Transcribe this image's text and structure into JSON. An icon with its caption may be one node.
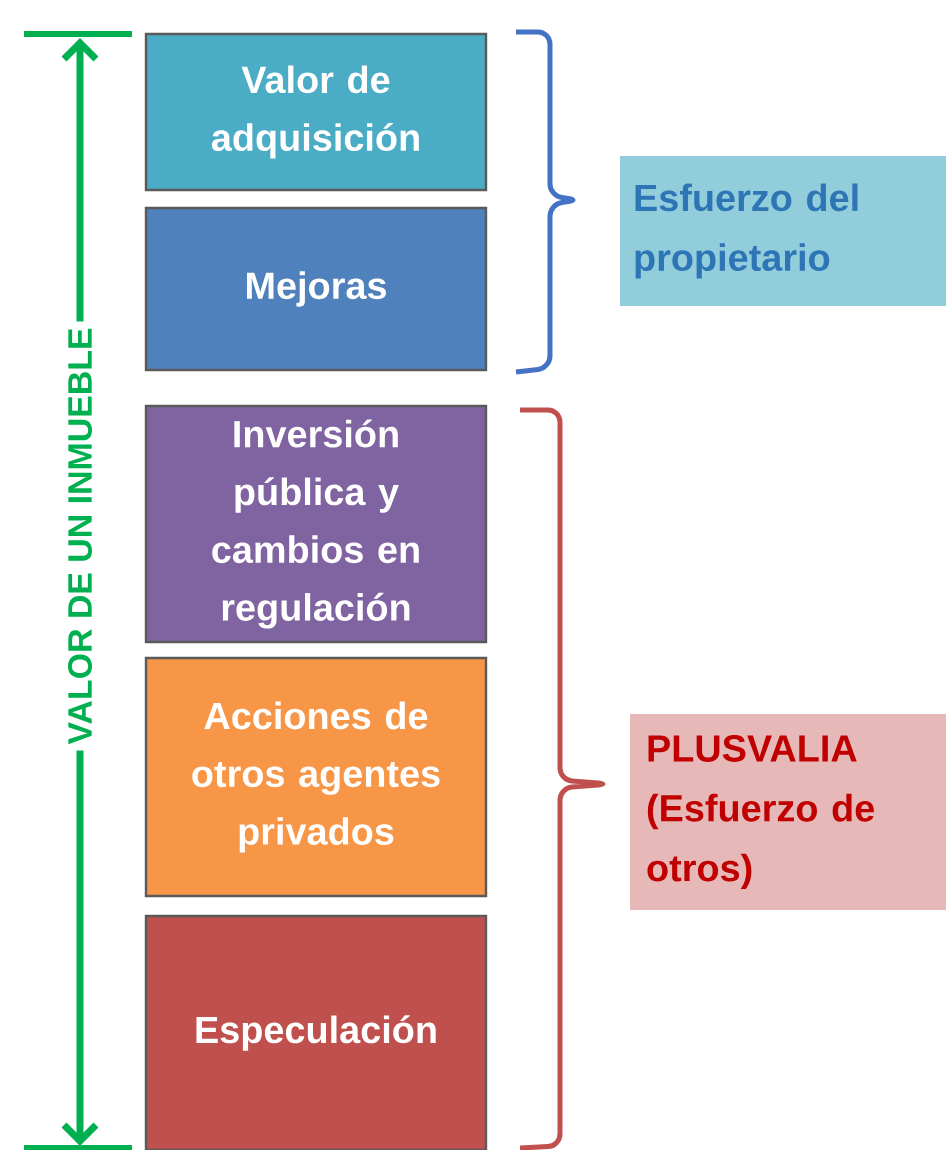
{
  "diagram": {
    "nodes": [
      {
        "text": [
          "Valor de adquisición"
        ]
      },
      {
        "text": [
          "Mejoras"
        ]
      },
      {
        "text": [
          "Inversión pública y cambios en regulación"
        ]
      },
      {
        "text": [
          "Acciones de otros agentes privados"
        ]
      },
      {
        "text": [
          "Especulación"
        ]
      },
      {
        "text": [
          "Esfuerzo del propietario"
        ]
      },
      {
        "text": [
          "PLUSVALIA (Esfuerzo de otros)"
        ]
      }
    ],
    "labels": [
      "VALOR DE UN INMUEBLE"
    ]
  }
}
